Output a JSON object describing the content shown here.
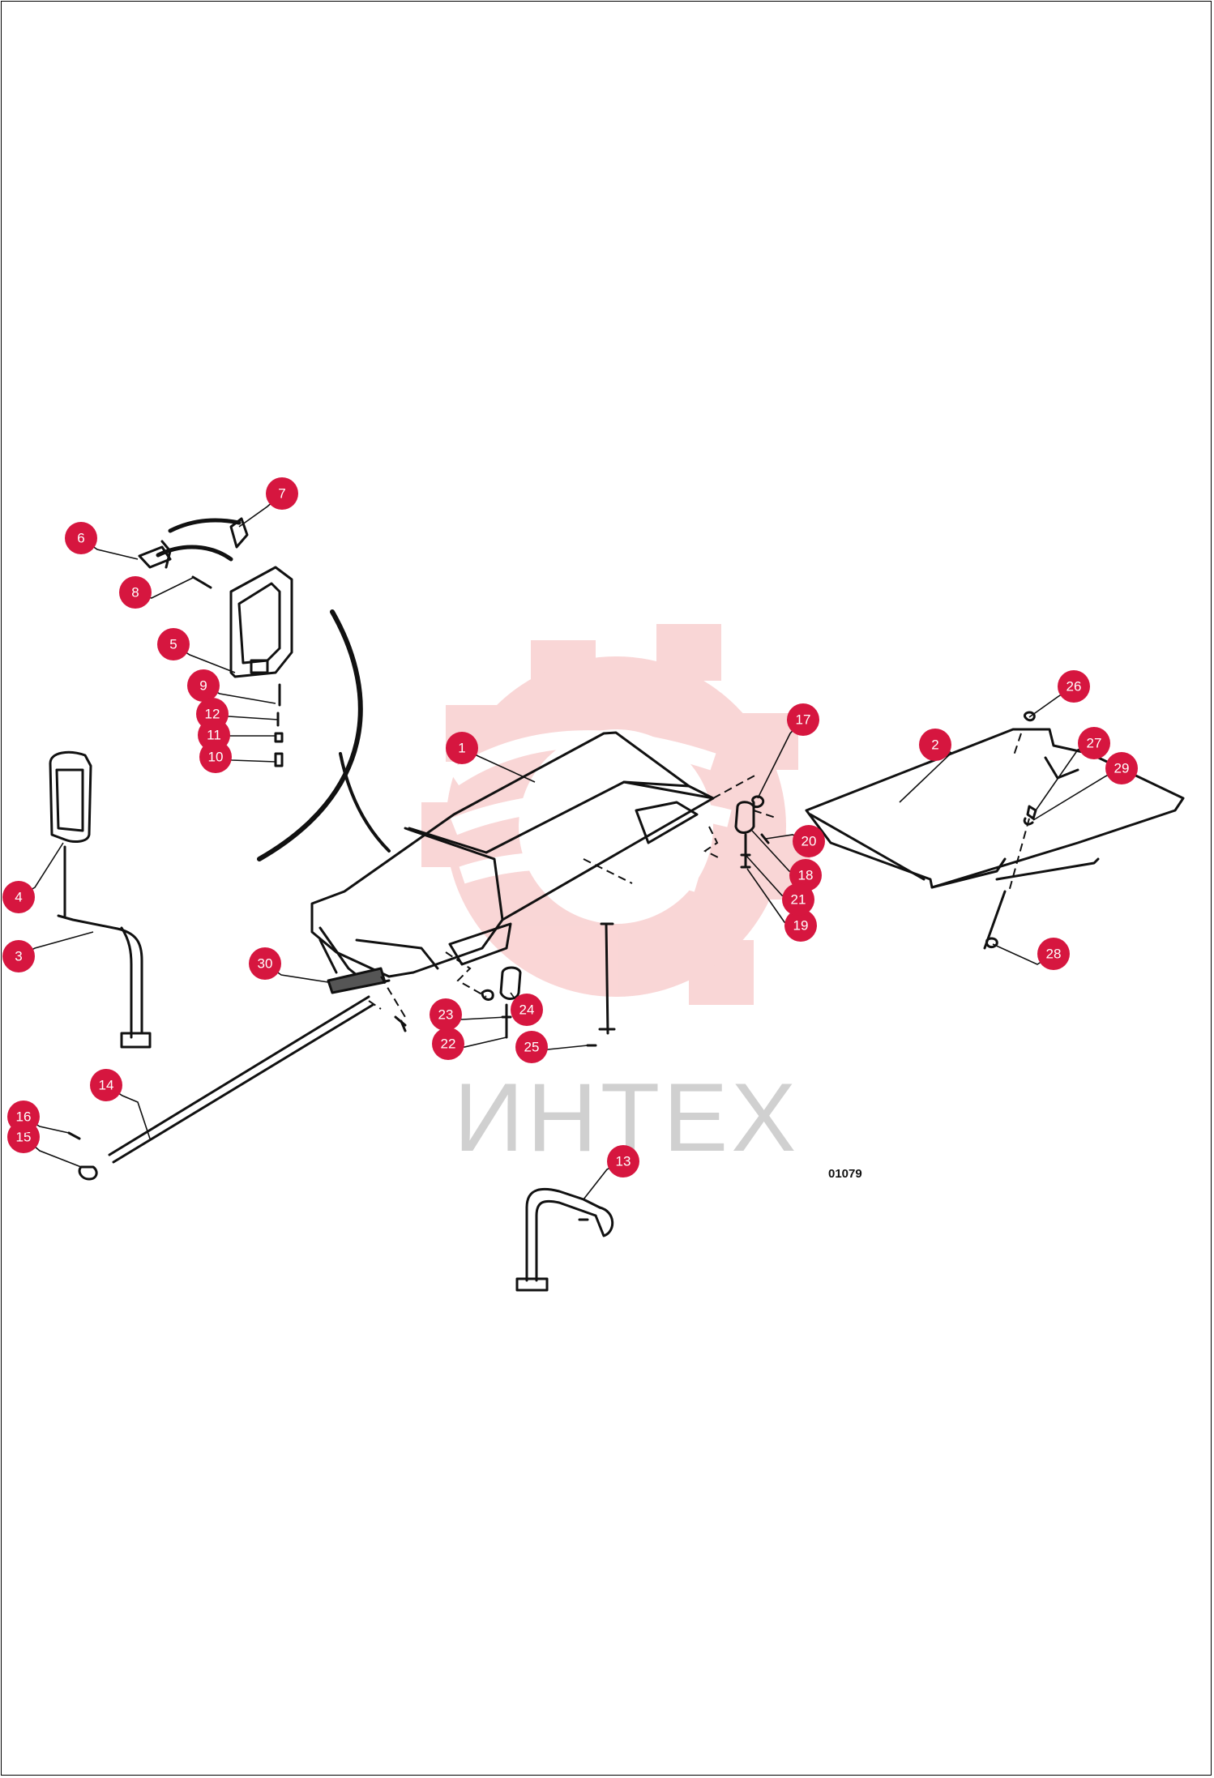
{
  "watermark": {
    "text": "ИНТЕХ",
    "color": "#c8c8c8",
    "gear_color": "#f5b5b5"
  },
  "drawing_code": "01079",
  "callout_color": "#d6163f",
  "callouts": [
    "1",
    "2",
    "3",
    "4",
    "5",
    "6",
    "7",
    "8",
    "9",
    "10",
    "11",
    "12",
    "13",
    "14",
    "15",
    "16",
    "17",
    "18",
    "19",
    "20",
    "21",
    "22",
    "23",
    "24",
    "25",
    "26",
    "27",
    "28",
    "29",
    "30"
  ]
}
